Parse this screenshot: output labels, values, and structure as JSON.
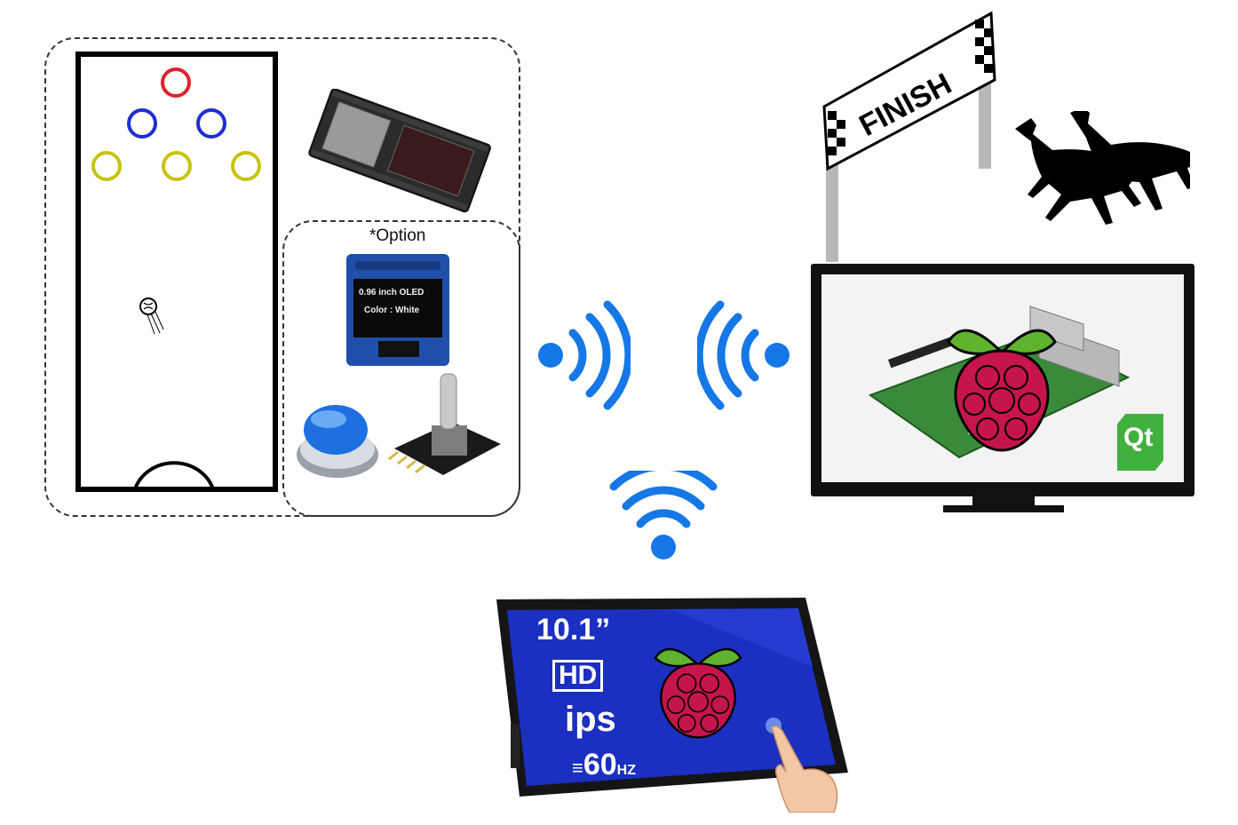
{
  "option_panel": {
    "title": "*Option"
  },
  "oled_module": {
    "line1": "0.96 inch OLED",
    "line2": "Color : White"
  },
  "finish_banner": {
    "text": "FINISH"
  },
  "tablet": {
    "size": "10.1”",
    "hd": "HD",
    "panel": "ips",
    "refresh": "60",
    "refresh_unit": "HZ"
  },
  "qt_badge": {
    "text": "Qt"
  },
  "colors": {
    "ring_red": "#e0202a",
    "ring_blue": "#1d2fcf",
    "ring_yellow": "#c9c30f",
    "wifi_blue": "#1677e6",
    "raspberry": "#c5154b",
    "leaf": "#5fb32f",
    "tablet_screen": "#1b2fc0",
    "qt_green": "#41b13e"
  },
  "icons": [
    "ball-icon",
    "wifi-left-icon",
    "wifi-right-icon",
    "wifi-down-icon",
    "horse-icon",
    "raspberry-pi-logo-icon",
    "touch-hand-icon",
    "push-button-icon",
    "rotary-encoder-icon",
    "esp32-board-icon"
  ]
}
